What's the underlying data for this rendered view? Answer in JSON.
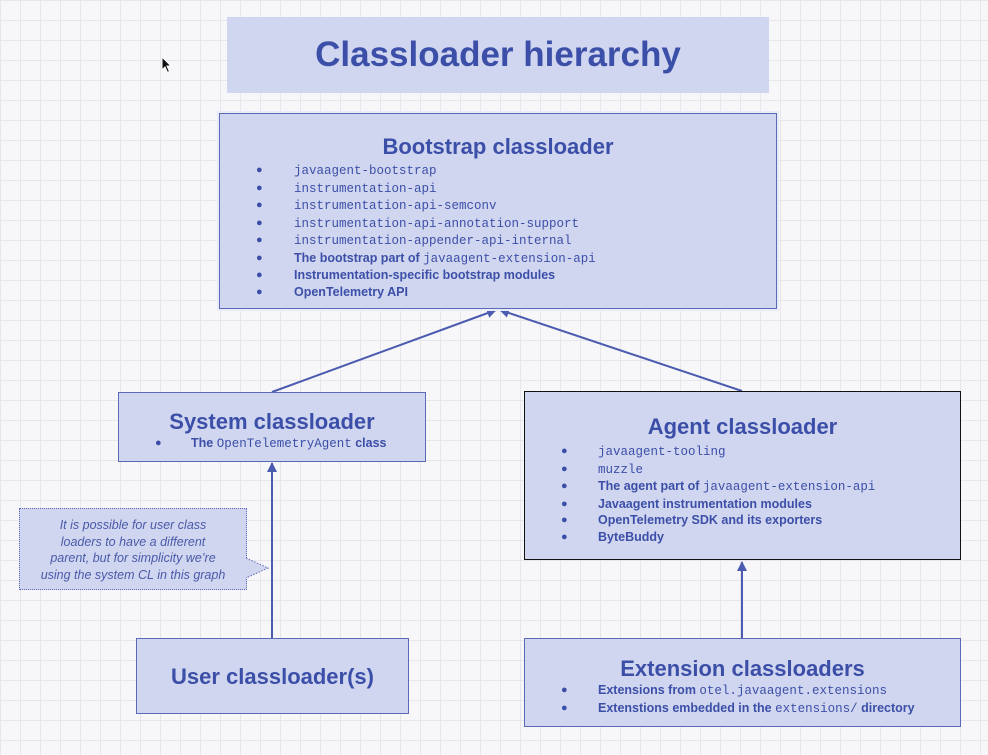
{
  "title": "Classloader hierarchy",
  "bootstrap": {
    "title": "Bootstrap classloader",
    "items": [
      {
        "code": "javaagent-bootstrap"
      },
      {
        "code": "instrumentation-api"
      },
      {
        "code": "instrumentation-api-semconv"
      },
      {
        "code": "instrumentation-api-annotation-support"
      },
      {
        "code": "instrumentation-appender-api-internal"
      },
      {
        "lead": "The bootstrap part of ",
        "code": "javaagent-extension-api"
      },
      {
        "lead": "Instrumentation-specific bootstrap modules"
      },
      {
        "lead": "OpenTelemetry API"
      }
    ]
  },
  "system": {
    "title": "System classloader",
    "items": [
      {
        "lead": "The ",
        "code": "OpenTelemetryAgent",
        "trail": " class"
      }
    ]
  },
  "agent": {
    "title": "Agent classloader",
    "items": [
      {
        "code": "javaagent-tooling"
      },
      {
        "code": "muzzle"
      },
      {
        "lead": "The agent part of ",
        "code": "javaagent-extension-api"
      },
      {
        "lead": "Javaagent instrumentation modules"
      },
      {
        "lead": "OpenTelemetry SDK and its exporters"
      },
      {
        "lead": "ByteBuddy"
      }
    ]
  },
  "user": {
    "title": "User classloader(s)"
  },
  "extension": {
    "title": "Extension classloaders",
    "items": [
      {
        "lead": "Extensions from ",
        "code": "otel.javaagent.extensions"
      },
      {
        "lead": "Extenstions embedded in the ",
        "code": "extensions/",
        "trail": " directory"
      }
    ]
  },
  "note": {
    "lines": [
      "It is possible for user class",
      "loaders to have a different",
      "parent, but for simplicity we’re",
      "using the system CL in this graph"
    ]
  },
  "bullet_glyph": "●",
  "colors": {
    "box_fill": "#d0d6ef",
    "text": "#3c4fa8",
    "arrow": "#4a5bb0"
  }
}
